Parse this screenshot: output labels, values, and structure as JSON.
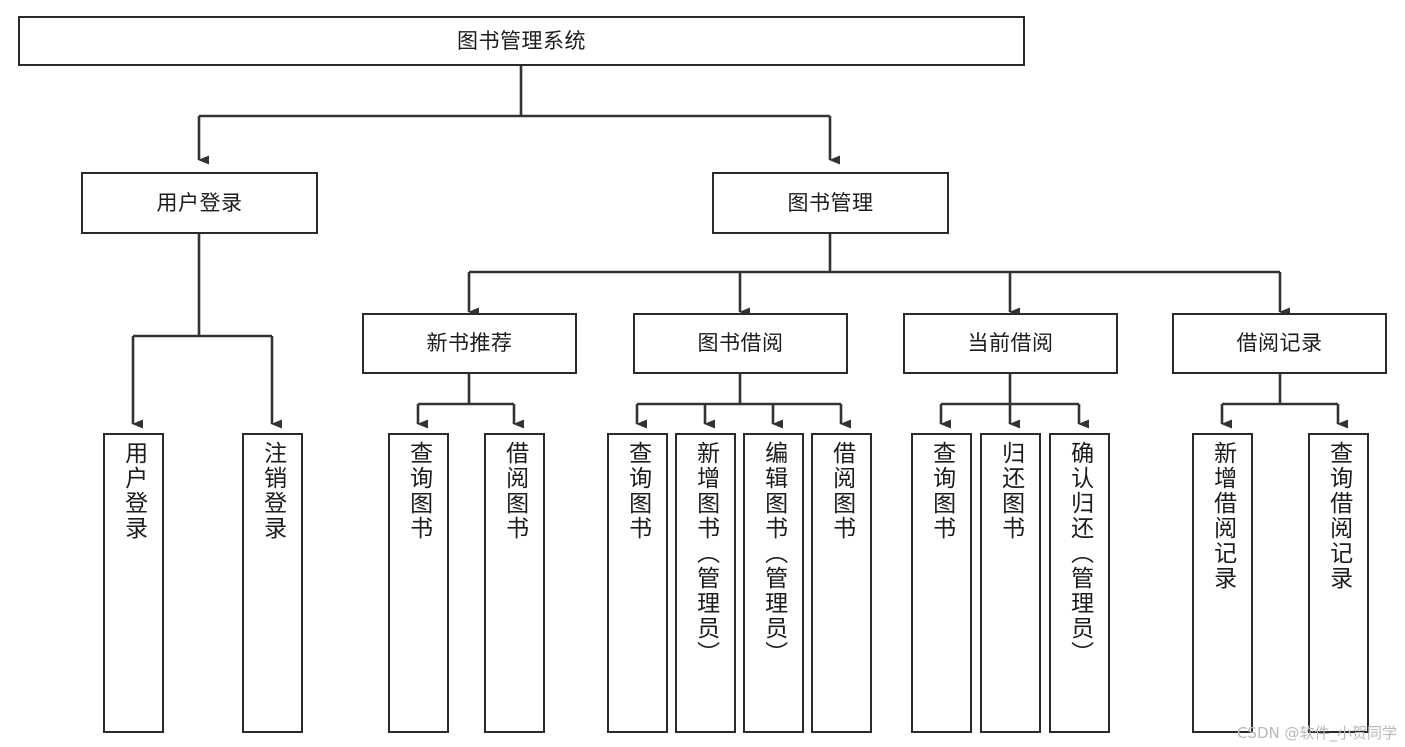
{
  "diagram": {
    "type": "tree-hierarchy-chart",
    "title": "图书管理系统",
    "watermark": "CSDN @软件_小贺同学",
    "colors": {
      "box_border": "#2b2b2b",
      "box_fill": "#ffffff",
      "connector": "#333333",
      "text": "#1c1c1c",
      "watermark": "#b9b9b9",
      "background": "#ffffff"
    },
    "root": {
      "label": "图书管理系统"
    },
    "level2": [
      {
        "id": "user-login",
        "label": "用户登录"
      },
      {
        "id": "book-management",
        "label": "图书管理"
      }
    ],
    "level3": [
      {
        "id": "new-book-recommend",
        "label": "新书推荐",
        "parent": "book-management"
      },
      {
        "id": "book-borrow",
        "label": "图书借阅",
        "parent": "book-management"
      },
      {
        "id": "current-borrow",
        "label": "当前借阅",
        "parent": "book-management"
      },
      {
        "id": "borrow-record",
        "label": "借阅记录",
        "parent": "book-management"
      }
    ],
    "leaves": {
      "user_login": [
        {
          "id": "leaf-user-login",
          "label": "用户登录"
        },
        {
          "id": "leaf-logout",
          "label": "注销登录"
        }
      ],
      "new_book_recommend": [
        {
          "id": "leaf-query-book-1",
          "label": "查询图书"
        },
        {
          "id": "leaf-borrow-book-1",
          "label": "借阅图书"
        }
      ],
      "book_borrow": [
        {
          "id": "leaf-query-book-2",
          "label": "查询图书"
        },
        {
          "id": "leaf-add-book",
          "label": "新增图书（管理员）"
        },
        {
          "id": "leaf-edit-book",
          "label": "编辑图书（管理员）"
        },
        {
          "id": "leaf-borrow-book-2",
          "label": "借阅图书"
        }
      ],
      "current_borrow": [
        {
          "id": "leaf-query-book-3",
          "label": "查询图书"
        },
        {
          "id": "leaf-return-book",
          "label": "归还图书"
        },
        {
          "id": "leaf-confirm-return",
          "label": "确认归还（管理员）"
        }
      ],
      "borrow_record": [
        {
          "id": "leaf-add-record",
          "label": "新增借阅记录"
        },
        {
          "id": "leaf-query-record",
          "label": "查询借阅记录"
        }
      ]
    }
  }
}
